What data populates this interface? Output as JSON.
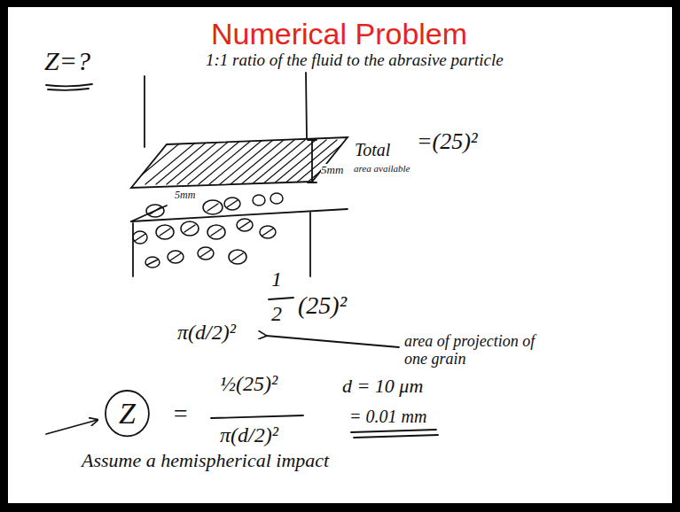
{
  "diagram": {
    "title": "Numerical Problem",
    "nodes": [
      {
        "text": [
          "Z"
        ]
      }
    ],
    "labels": [
      "Z=?",
      "1:1 ratio of the fluid to the abrasive particle",
      "5mm",
      "5mm",
      "Total",
      "area available",
      "=(25)²",
      "1",
      "2",
      "(25)²",
      "π(d/2)²",
      "area of projection of one grain",
      "½(25)²",
      "π(d/2)²",
      "=",
      "d = 10 μm",
      "= 0.01 mm",
      "Assume a hemispherical impact"
    ]
  }
}
